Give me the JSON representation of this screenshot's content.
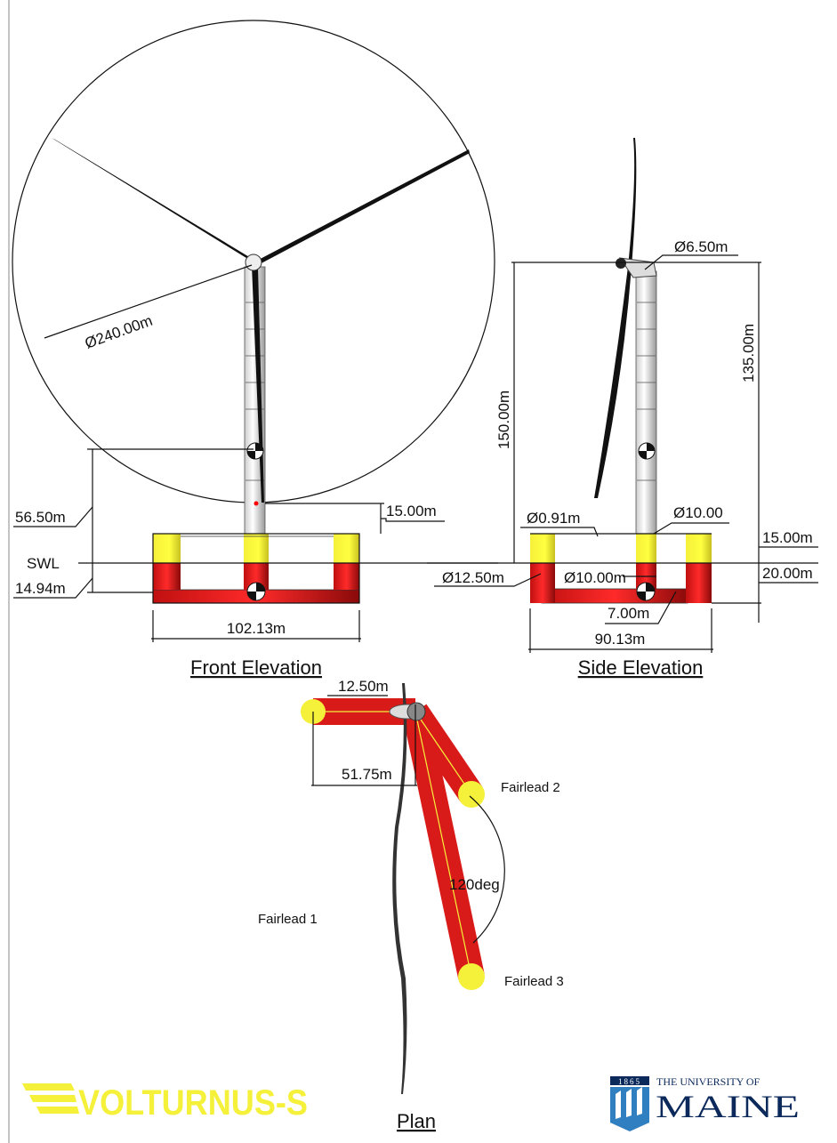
{
  "front_elevation": {
    "title": "Front Elevation",
    "rotor_diameter": "Ø240.00m",
    "hub_to_keel": "56.50m",
    "swl_label": "SWL",
    "draft": "14.94m",
    "blade_clearance": "15.00m",
    "width": "102.13m"
  },
  "side_elevation": {
    "title": "Side Elevation",
    "tower_top_diameter": "Ø6.50m",
    "hub_height_total": "150.00m",
    "hub_height_swl": "135.00m",
    "strut_diameter": "Ø0.91m",
    "tower_base_diameter": "Ø10.00",
    "outer_column_diameter": "Ø12.50m",
    "center_column_diameter": "Ø10.00m",
    "pontoon_height": "7.00m",
    "freeboard": "15.00m",
    "column_draft": "20.00m",
    "width": "90.13m"
  },
  "plan": {
    "title": "Plan",
    "center_to_fairlead": "51.75m",
    "column_diameter": "12.50m",
    "angle": "120deg",
    "fairleads": [
      "Fairlead 1",
      "Fairlead 2",
      "Fairlead 3"
    ]
  },
  "logos": {
    "volturnus": "VOLTURNUS-S",
    "umaine_year": "1865",
    "umaine_top": "THE UNIVERSITY OF",
    "umaine_name": "MAINE"
  },
  "colors": {
    "column_yellow": "#f5f03a",
    "hull_red": "#e8201e",
    "umaine_blue": "#0b2a5b"
  }
}
